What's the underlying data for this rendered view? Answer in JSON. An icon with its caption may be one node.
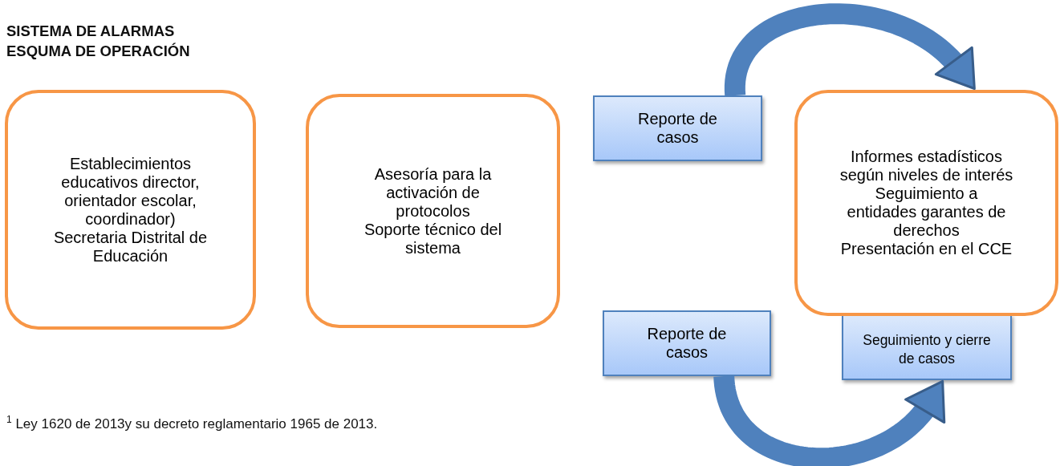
{
  "diagram": {
    "title": "SISTEMA DE ALARMAS ESQUMA DE OPERACIÓN",
    "nodes": [
      {
        "text": [
          "Establecimientos educativos director, orientador escolar, coordinador) Secretaria Distrital de Educación"
        ]
      },
      {
        "text": [
          "Asesoría para la activación de protocolos",
          "Soporte técnico del sistema"
        ]
      },
      {
        "text": [
          "Reporte de casos"
        ]
      },
      {
        "text": [
          "Informes estadísticos según niveles de interés",
          "Seguimiento a entidades garantes de derechos",
          "Presentación en el CCE"
        ]
      },
      {
        "text": [
          "Reporte de casos"
        ]
      },
      {
        "text": [
          "Seguimiento y cierre de casos"
        ]
      }
    ],
    "edges": [
      {
        "from": 2,
        "to": 3,
        "arrow": "to"
      },
      {
        "from": 4,
        "to": 5,
        "arrow": "to"
      }
    ],
    "labels": [
      "$^{1}$ Ley 1620 de 2013y su decreto reglamentario 1965 de 2013."
    ]
  }
}
